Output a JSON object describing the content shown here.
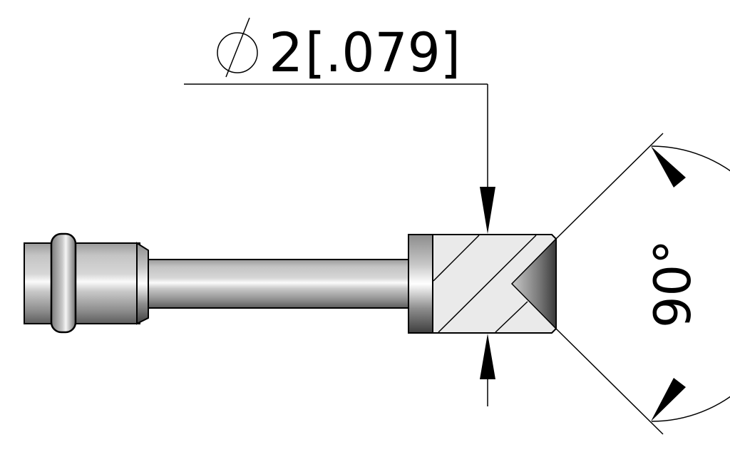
{
  "drawing": {
    "type": "technical-drawing",
    "subject": "nozzle with conical tip, side view with section",
    "diameter_dimension": {
      "symbol": "diameter-symbol",
      "value": "2",
      "alt_value": "[.079]"
    },
    "angle_dimension": {
      "value": "90°"
    },
    "colors": {
      "outline": "#000000",
      "metal_light": "#f2f2f2",
      "metal_mid": "#b5b5b5",
      "metal_dark": "#5a5a5a",
      "section_fill": "#e8e8e8",
      "cone_dark": "#3c3c3c",
      "background": "#ffffff"
    }
  }
}
